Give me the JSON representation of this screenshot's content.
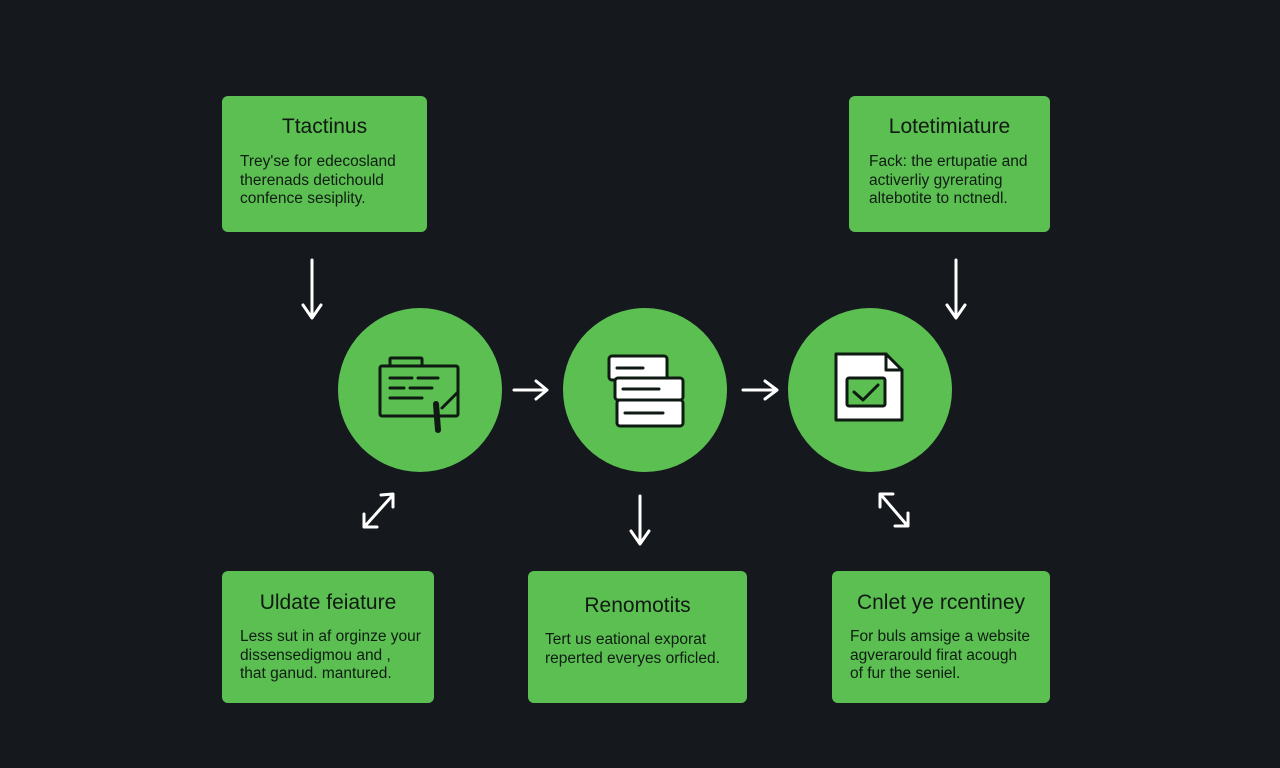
{
  "colors": {
    "background": "#15191e",
    "green": "#5bbf52",
    "icon_stroke": "#0e1a12",
    "arrow": "#ffffff"
  },
  "cards": [
    {
      "id": "top-left",
      "title": "Ttactinus",
      "body": "Trey'se for edecosland\ntherenads detichould\nconfence sesiplity."
    },
    {
      "id": "top-right",
      "title": "Lotetimiature",
      "body": "Fack: the ertupatie and\nactiverliy gyrerating\naltebotite to nctnedl."
    },
    {
      "id": "bottom-left",
      "title": "Uldate feiature",
      "body": "Less sut in af orginze your\ndissensedigmou and ,\nthat ganud. mantured."
    },
    {
      "id": "bottom-center",
      "title": "Renomotits",
      "body": "Tert us eational exporat\nreperted everyes orficled."
    },
    {
      "id": "bottom-right",
      "title": "Cnlet ye rcentiney",
      "body": "For buls amsige a website\nagverarould firat acough\nof fur the seniel."
    }
  ],
  "nodes": [
    {
      "id": "node-1",
      "icon": "document-edit-icon"
    },
    {
      "id": "node-2",
      "icon": "server-stack-icon"
    },
    {
      "id": "node-3",
      "icon": "file-check-icon"
    }
  ]
}
